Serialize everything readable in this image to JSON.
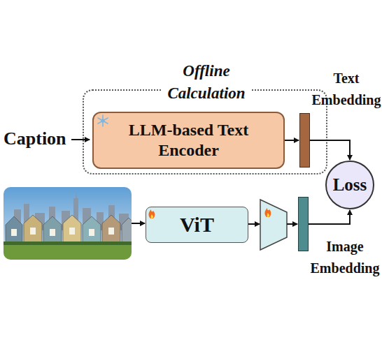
{
  "diagram": {
    "nodes": [
      {
        "text": [
          "Offline Calculation"
        ]
      },
      {
        "text": [
          "LLM-based Text Encoder"
        ],
        "in": 0
      },
      {
        "text": [
          "Text Embedding"
        ],
        "in": 0
      },
      {
        "text": [
          "Loss"
        ]
      },
      {
        "text": [
          "ViT"
        ]
      },
      {
        "text": [
          "Image Embedding"
        ]
      }
    ],
    "edges": [
      {
        "from": 1,
        "to": 2,
        "arrow": "to"
      },
      {
        "from": 2,
        "to": 3,
        "arrow": "to"
      },
      {
        "from": 5,
        "to": 3,
        "arrow": "to"
      }
    ],
    "labels": [
      "Caption"
    ]
  }
}
